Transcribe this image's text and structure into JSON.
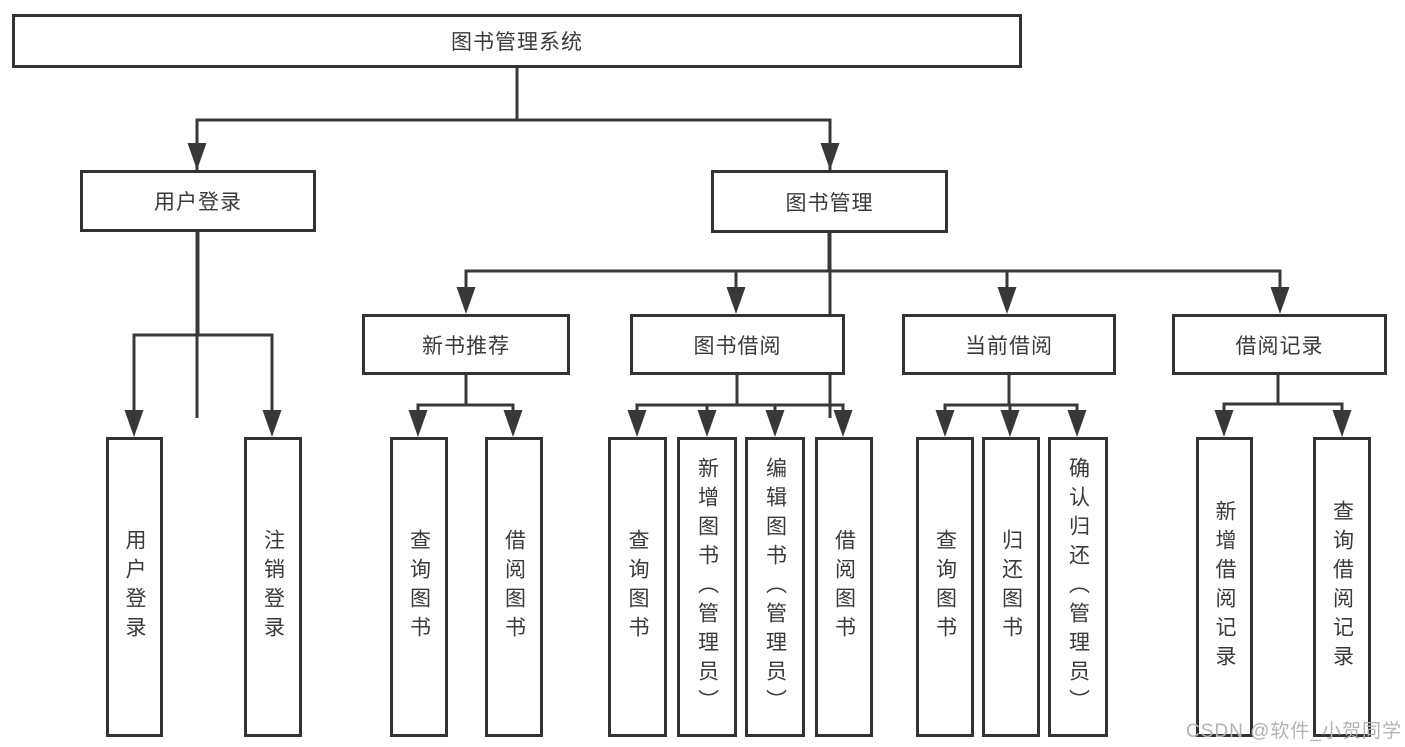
{
  "diagram": {
    "root": "图书管理系统",
    "level2": {
      "user_login": "用户登录",
      "book_management": "图书管理"
    },
    "level3": {
      "new_book_recommend": "新书推荐",
      "book_borrowing": "图书借阅",
      "current_borrowing": "当前借阅",
      "borrowing_records": "借阅记录"
    },
    "leaves": {
      "user_login_group": [
        "用户登录",
        "注销登录"
      ],
      "new_book_group": [
        "查询图书",
        "借阅图书"
      ],
      "borrowing_group": [
        "查询图书",
        "新增图书（管理员）",
        "编辑图书（管理员）",
        "借阅图书"
      ],
      "current_group": [
        "查询图书",
        "归还图书",
        "确认归还（管理员）"
      ],
      "records_group": [
        "新增借阅记录",
        "查询借阅记录"
      ]
    }
  },
  "watermark": "CSDN @软件_小贺同学",
  "colors": {
    "line": "#383838",
    "text": "#3a3a3a",
    "background": "#ffffff",
    "watermark": "#b3b3b3"
  }
}
